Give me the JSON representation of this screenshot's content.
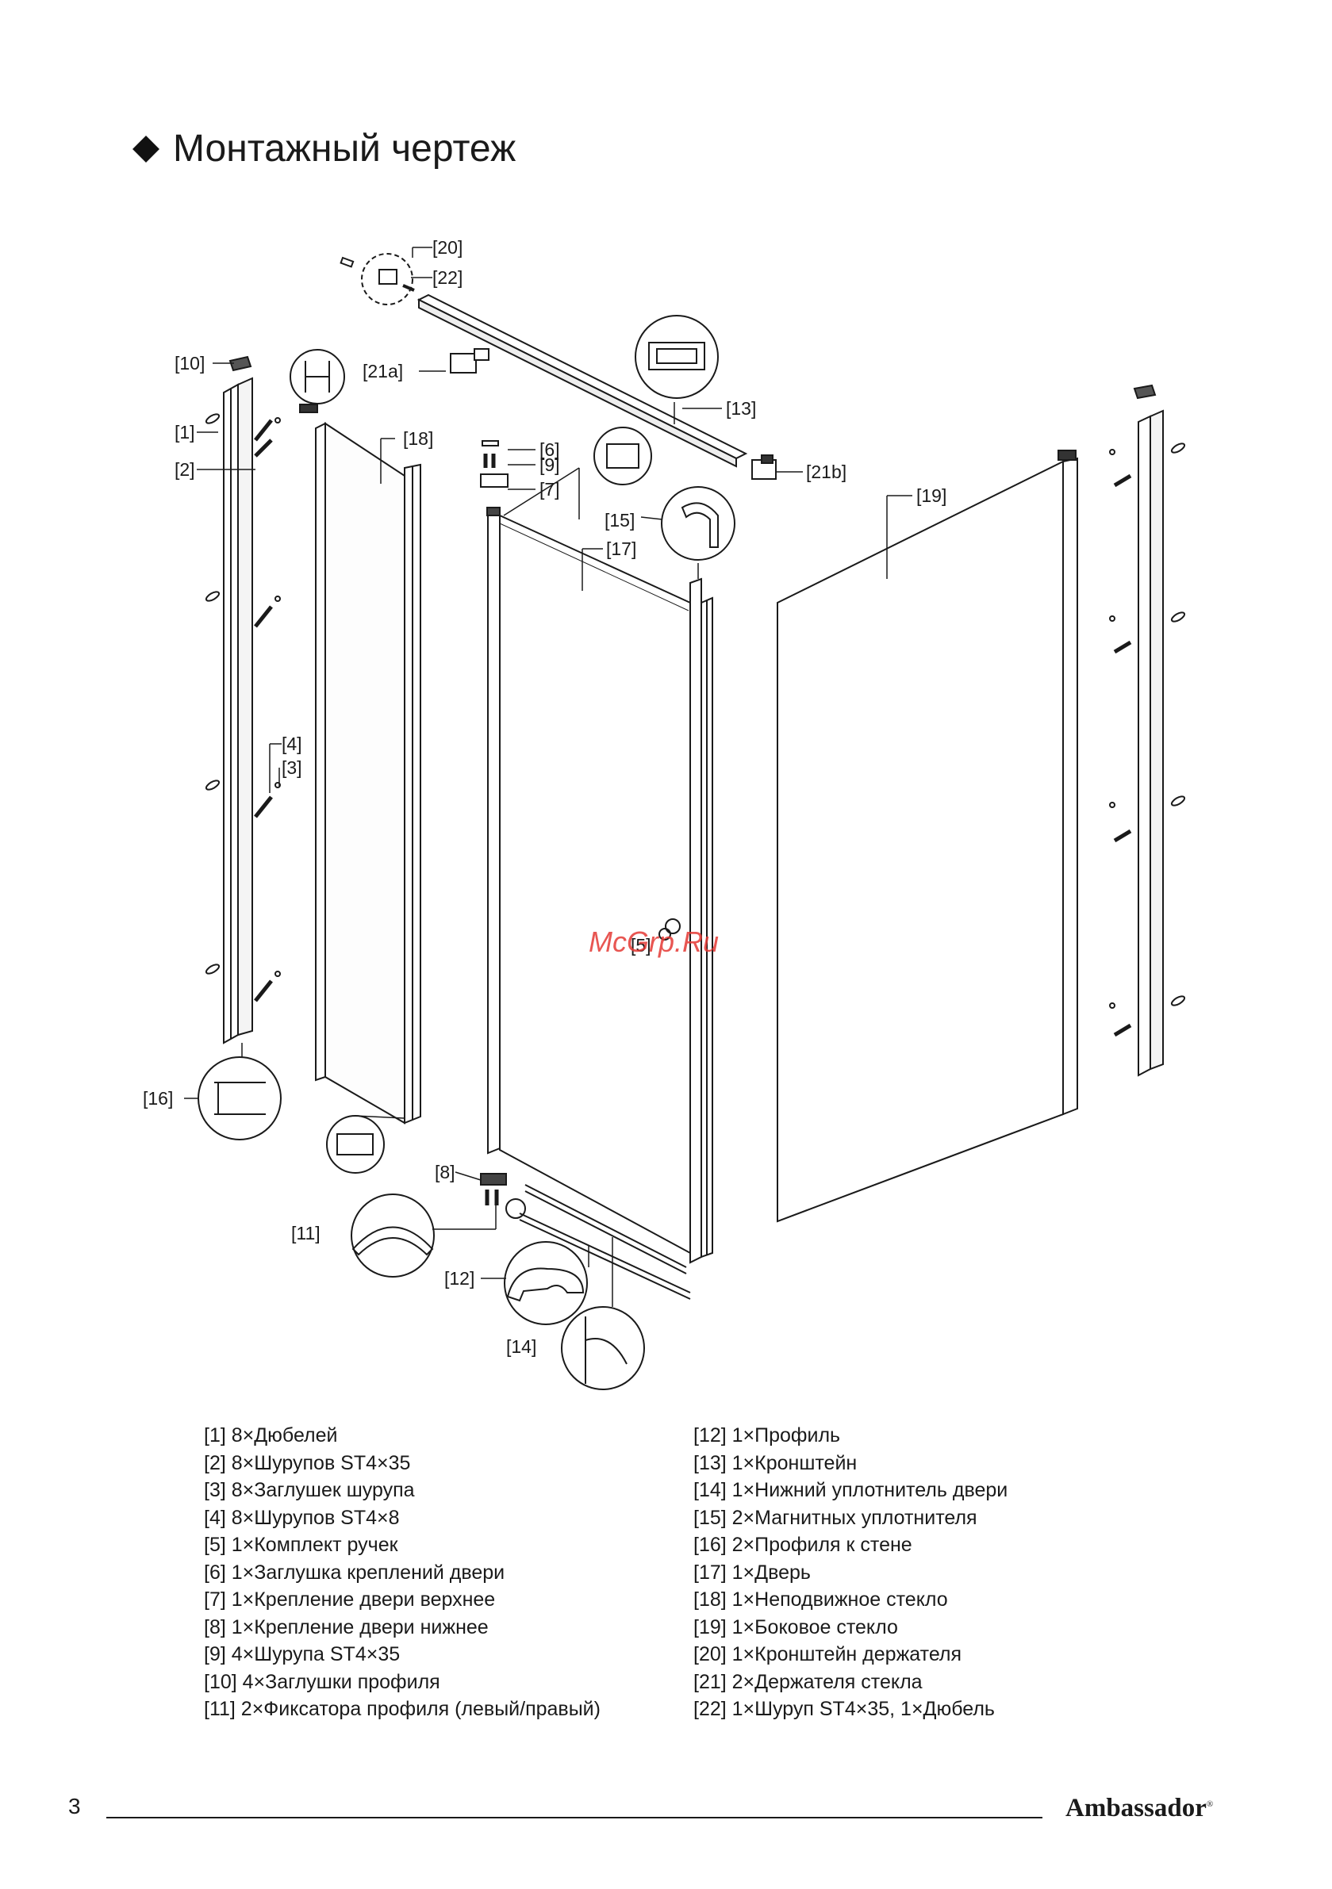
{
  "title": "Монтажный чертеж",
  "callouts": {
    "c1": "[1]",
    "c2": "[2]",
    "c3": "[3]",
    "c4": "[4]",
    "c5": "[5]",
    "c6": "[6]",
    "c7": "[7]",
    "c8": "[8]",
    "c9": "[9]",
    "c10": "[10]",
    "c11": "[11]",
    "c12": "[12]",
    "c13": "[13]",
    "c14": "[14]",
    "c15": "[15]",
    "c16": "[16]",
    "c17": "[17]",
    "c18": "[18]",
    "c19": "[19]",
    "c20": "[20]",
    "c21a": "[21a]",
    "c21b": "[21b]",
    "c22": "[22]"
  },
  "watermark": "McGrp.Ru",
  "parts_left": [
    "[1] 8×Дюбелей",
    "[2] 8×Шурупов ST4×35",
    "[3] 8×Заглушек шурупа",
    "[4] 8×Шурупов ST4×8",
    "[5] 1×Комплект ручек",
    "[6] 1×Заглушка креплений двери",
    "[7] 1×Крепление двери верхнее",
    "[8] 1×Крепление двери нижнее",
    "[9] 4×Шурупа ST4×35",
    "[10] 4×Заглушки профиля",
    "[11] 2×Фиксатора профиля (левый/правый)"
  ],
  "parts_right": [
    "[12] 1×Профиль",
    "[13] 1×Кронштейн",
    "[14] 1×Нижний уплотнитель двери",
    "[15] 2×Магнитных уплотнителя",
    "[16] 2×Профиля к стене",
    "[17] 1×Дверь",
    "[18] 1×Неподвижное стекло",
    "[19] 1×Боковое стекло",
    "[20] 1×Кронштейн держателя",
    "[21] 2×Держателя стекла",
    "[22] 1×Шуруп ST4×35, 1×Дюбель"
  ],
  "footer": {
    "page_number": "3",
    "brand": "Ambassador",
    "brand_mark": "®"
  }
}
